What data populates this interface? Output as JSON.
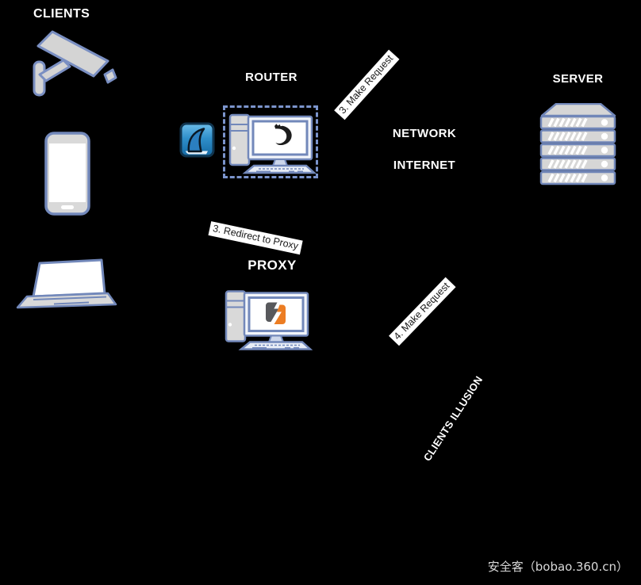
{
  "colors": {
    "background": "#000000",
    "icon_stroke": "#7288ba",
    "icon_fill": "#d6d6d6",
    "dashed_border": "#7b94cc",
    "node_label_text": "#ffffff",
    "edge_tag_bg": "#ffffff",
    "edge_tag_text": "#1a1a1a",
    "wireshark_blue": "#2f8fca",
    "burp_gray": "#58595c",
    "burp_orange": "#ec7d23",
    "kali_logo": "#1c1c1c"
  },
  "nodes": {
    "clients": {
      "label": "CLIENTS"
    },
    "router": {
      "label": "ROUTER"
    },
    "network": {
      "label": "NETWORK"
    },
    "internet": {
      "label": "INTERNET"
    },
    "server": {
      "label": "SERVER"
    },
    "proxy": {
      "label": "PROXY"
    },
    "clients_illusion": {
      "label": "CLIENTS ILLUSION"
    }
  },
  "edge_labels": {
    "make_request_3": "3. Make Request",
    "redirect_to_proxy": "3. Redirect to Proxy",
    "make_request_4": "4. Make Request"
  },
  "icons": [
    {
      "name": "cctv-camera-icon"
    },
    {
      "name": "smartphone-icon"
    },
    {
      "name": "laptop-icon"
    },
    {
      "name": "wireshark-icon"
    },
    {
      "name": "kali-desktop-icon"
    },
    {
      "name": "burpsuite-desktop-icon"
    },
    {
      "name": "server-rack-icon"
    }
  ],
  "watermark": "安全客（bobao.360.cn）"
}
